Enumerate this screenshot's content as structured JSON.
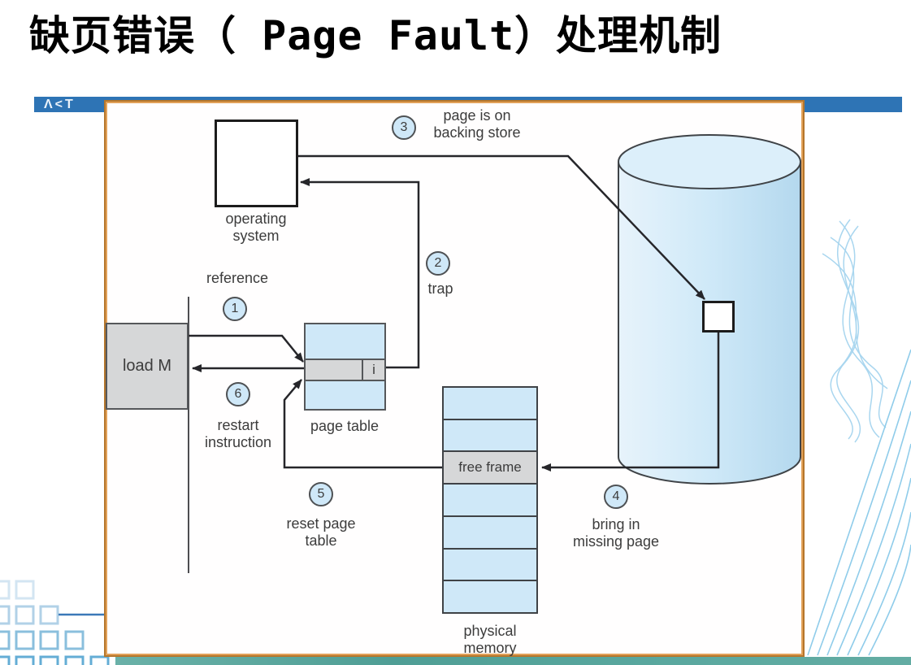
{
  "title": "缺页错误（ Page Fault）处理机制",
  "header": {
    "logo_text": "Λ<Τ",
    "bar_color": "#2e74b5"
  },
  "footer": {
    "bar_color": "#55a69d"
  },
  "diagram": {
    "border_color": "#c08238",
    "boxes": {
      "operating_system": {
        "line1": "operating",
        "line2": "system"
      },
      "load_m": {
        "label": "load M"
      },
      "page_table": {
        "label": "page table",
        "entry_value": "i"
      },
      "physical_memory": {
        "label_line1": "physical",
        "label_line2": "memory",
        "frame_count": 7,
        "free_frame_index": 3,
        "free_frame_label": "free frame"
      }
    },
    "steps": {
      "s1": {
        "num": "1",
        "label": "reference"
      },
      "s2": {
        "num": "2",
        "label": "trap"
      },
      "s3": {
        "num": "3",
        "line1": "page is on",
        "line2": "backing store"
      },
      "s4": {
        "num": "4",
        "line1": "bring in",
        "line2": "missing page"
      },
      "s5": {
        "num": "5",
        "line1": "reset page",
        "line2": "table"
      },
      "s6": {
        "num": "6",
        "line1": "restart",
        "line2": "instruction"
      }
    },
    "colors": {
      "fill_blue": "#cfe8f8",
      "fill_gray": "#d6d7d8",
      "line": "#26262a"
    }
  }
}
